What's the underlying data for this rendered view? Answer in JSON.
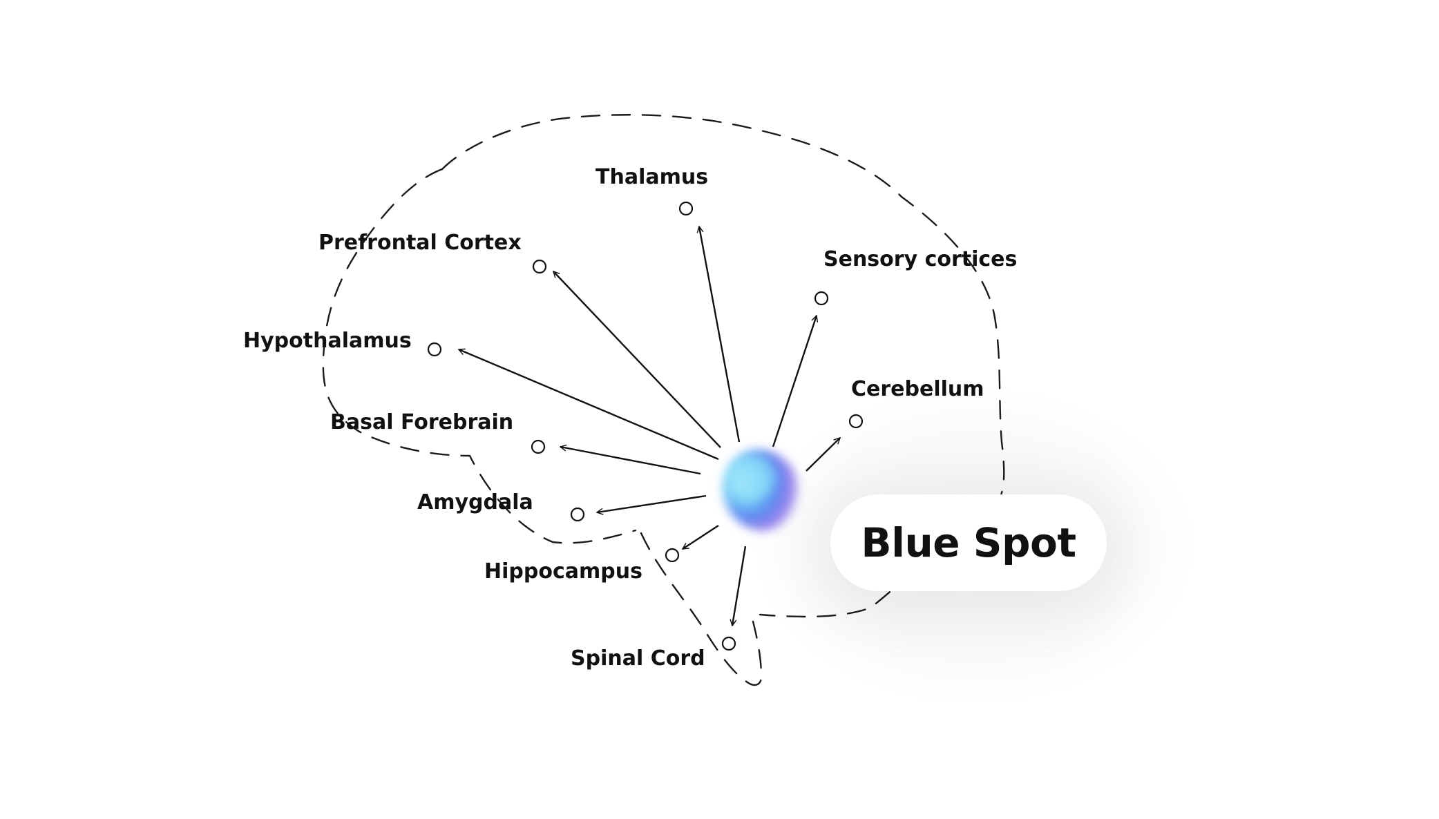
{
  "center": {
    "label": "Blue Spot",
    "colors": {
      "cyan": "#7fd6f7",
      "blue": "#5b8af0",
      "purple": "#8a6ee8"
    }
  },
  "regions": [
    {
      "id": "thalamus",
      "label": "Thalamus"
    },
    {
      "id": "prefrontal-cortex",
      "label": "Prefrontal Cortex"
    },
    {
      "id": "sensory-cortices",
      "label": "Sensory cortices"
    },
    {
      "id": "hypothalamus",
      "label": "Hypothalamus"
    },
    {
      "id": "cerebellum",
      "label": "Cerebellum"
    },
    {
      "id": "basal-forebrain",
      "label": "Basal Forebrain"
    },
    {
      "id": "amygdala",
      "label": "Amygdala"
    },
    {
      "id": "hippocampus",
      "label": "Hippocampus"
    },
    {
      "id": "spinal-cord",
      "label": "Spinal Cord"
    }
  ]
}
